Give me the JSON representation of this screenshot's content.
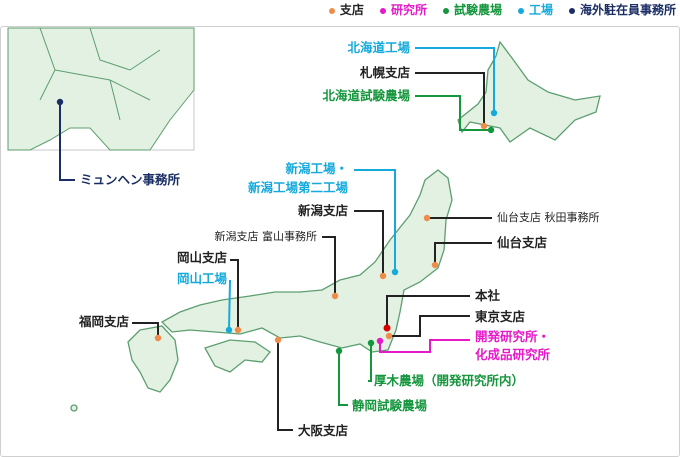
{
  "legend": [
    {
      "label": "支店",
      "color": "#f08c4a"
    },
    {
      "label": "研究所",
      "color": "#e619c8"
    },
    {
      "label": "試験農場",
      "color": "#14963c"
    },
    {
      "label": "工場",
      "color": "#14aadc"
    },
    {
      "label": "海外駐在員事務所",
      "color": "#1a2d64"
    }
  ],
  "labels": {
    "hokkaido_factory": "北海道工場",
    "sapporo": "札幌支店",
    "hokkaido_farm": "北海道試験農場",
    "munich": "ミュンヘン事務所",
    "niigata_factory_1": "新潟工場・",
    "niigata_factory_2": "新潟工場第二工場",
    "niigata_branch": "新潟支店",
    "toyama": "新潟支店 富山事務所",
    "akita": "仙台支店 秋田事務所",
    "sendai": "仙台支店",
    "okayama_branch": "岡山支店",
    "okayama_factory": "岡山工場",
    "fukuoka": "福岡支店",
    "head_office": "本社",
    "tokyo": "東京支店",
    "research_1": "開発研究所・",
    "research_2": "化成品研究所",
    "atsugi": "厚木農場（開発研究所内）",
    "shizuoka": "静岡試験農場",
    "osaka": "大阪支店"
  }
}
